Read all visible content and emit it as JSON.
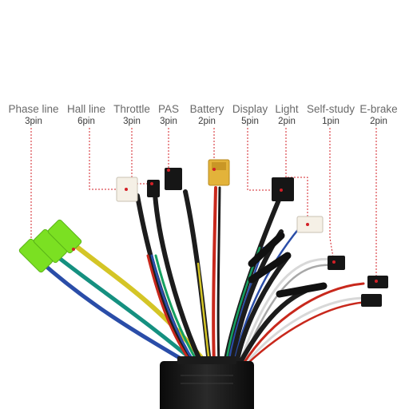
{
  "labels": [
    {
      "id": "phase",
      "name": "Phase line",
      "pins": "3pin"
    },
    {
      "id": "hall",
      "name": "Hall line",
      "pins": "6pin"
    },
    {
      "id": "throttle",
      "name": "Throttle",
      "pins": "3pin"
    },
    {
      "id": "pas",
      "name": "PAS",
      "pins": "3pin"
    },
    {
      "id": "battery",
      "name": "Battery",
      "pins": "2pin"
    },
    {
      "id": "display",
      "name": "Display",
      "pins": "5pin"
    },
    {
      "id": "light",
      "name": "Light",
      "pins": "2pin"
    },
    {
      "id": "selfstudy",
      "name": "Self-study",
      "pins": "1pin"
    },
    {
      "id": "ebrake",
      "name": "E-brake",
      "pins": "2pin"
    }
  ],
  "colors": {
    "leader": "#d32027",
    "label_text": "#6a6a6a",
    "pin_text": "#3a3a3a",
    "controller_body": "#141414",
    "phase_connector": "#7be022"
  }
}
